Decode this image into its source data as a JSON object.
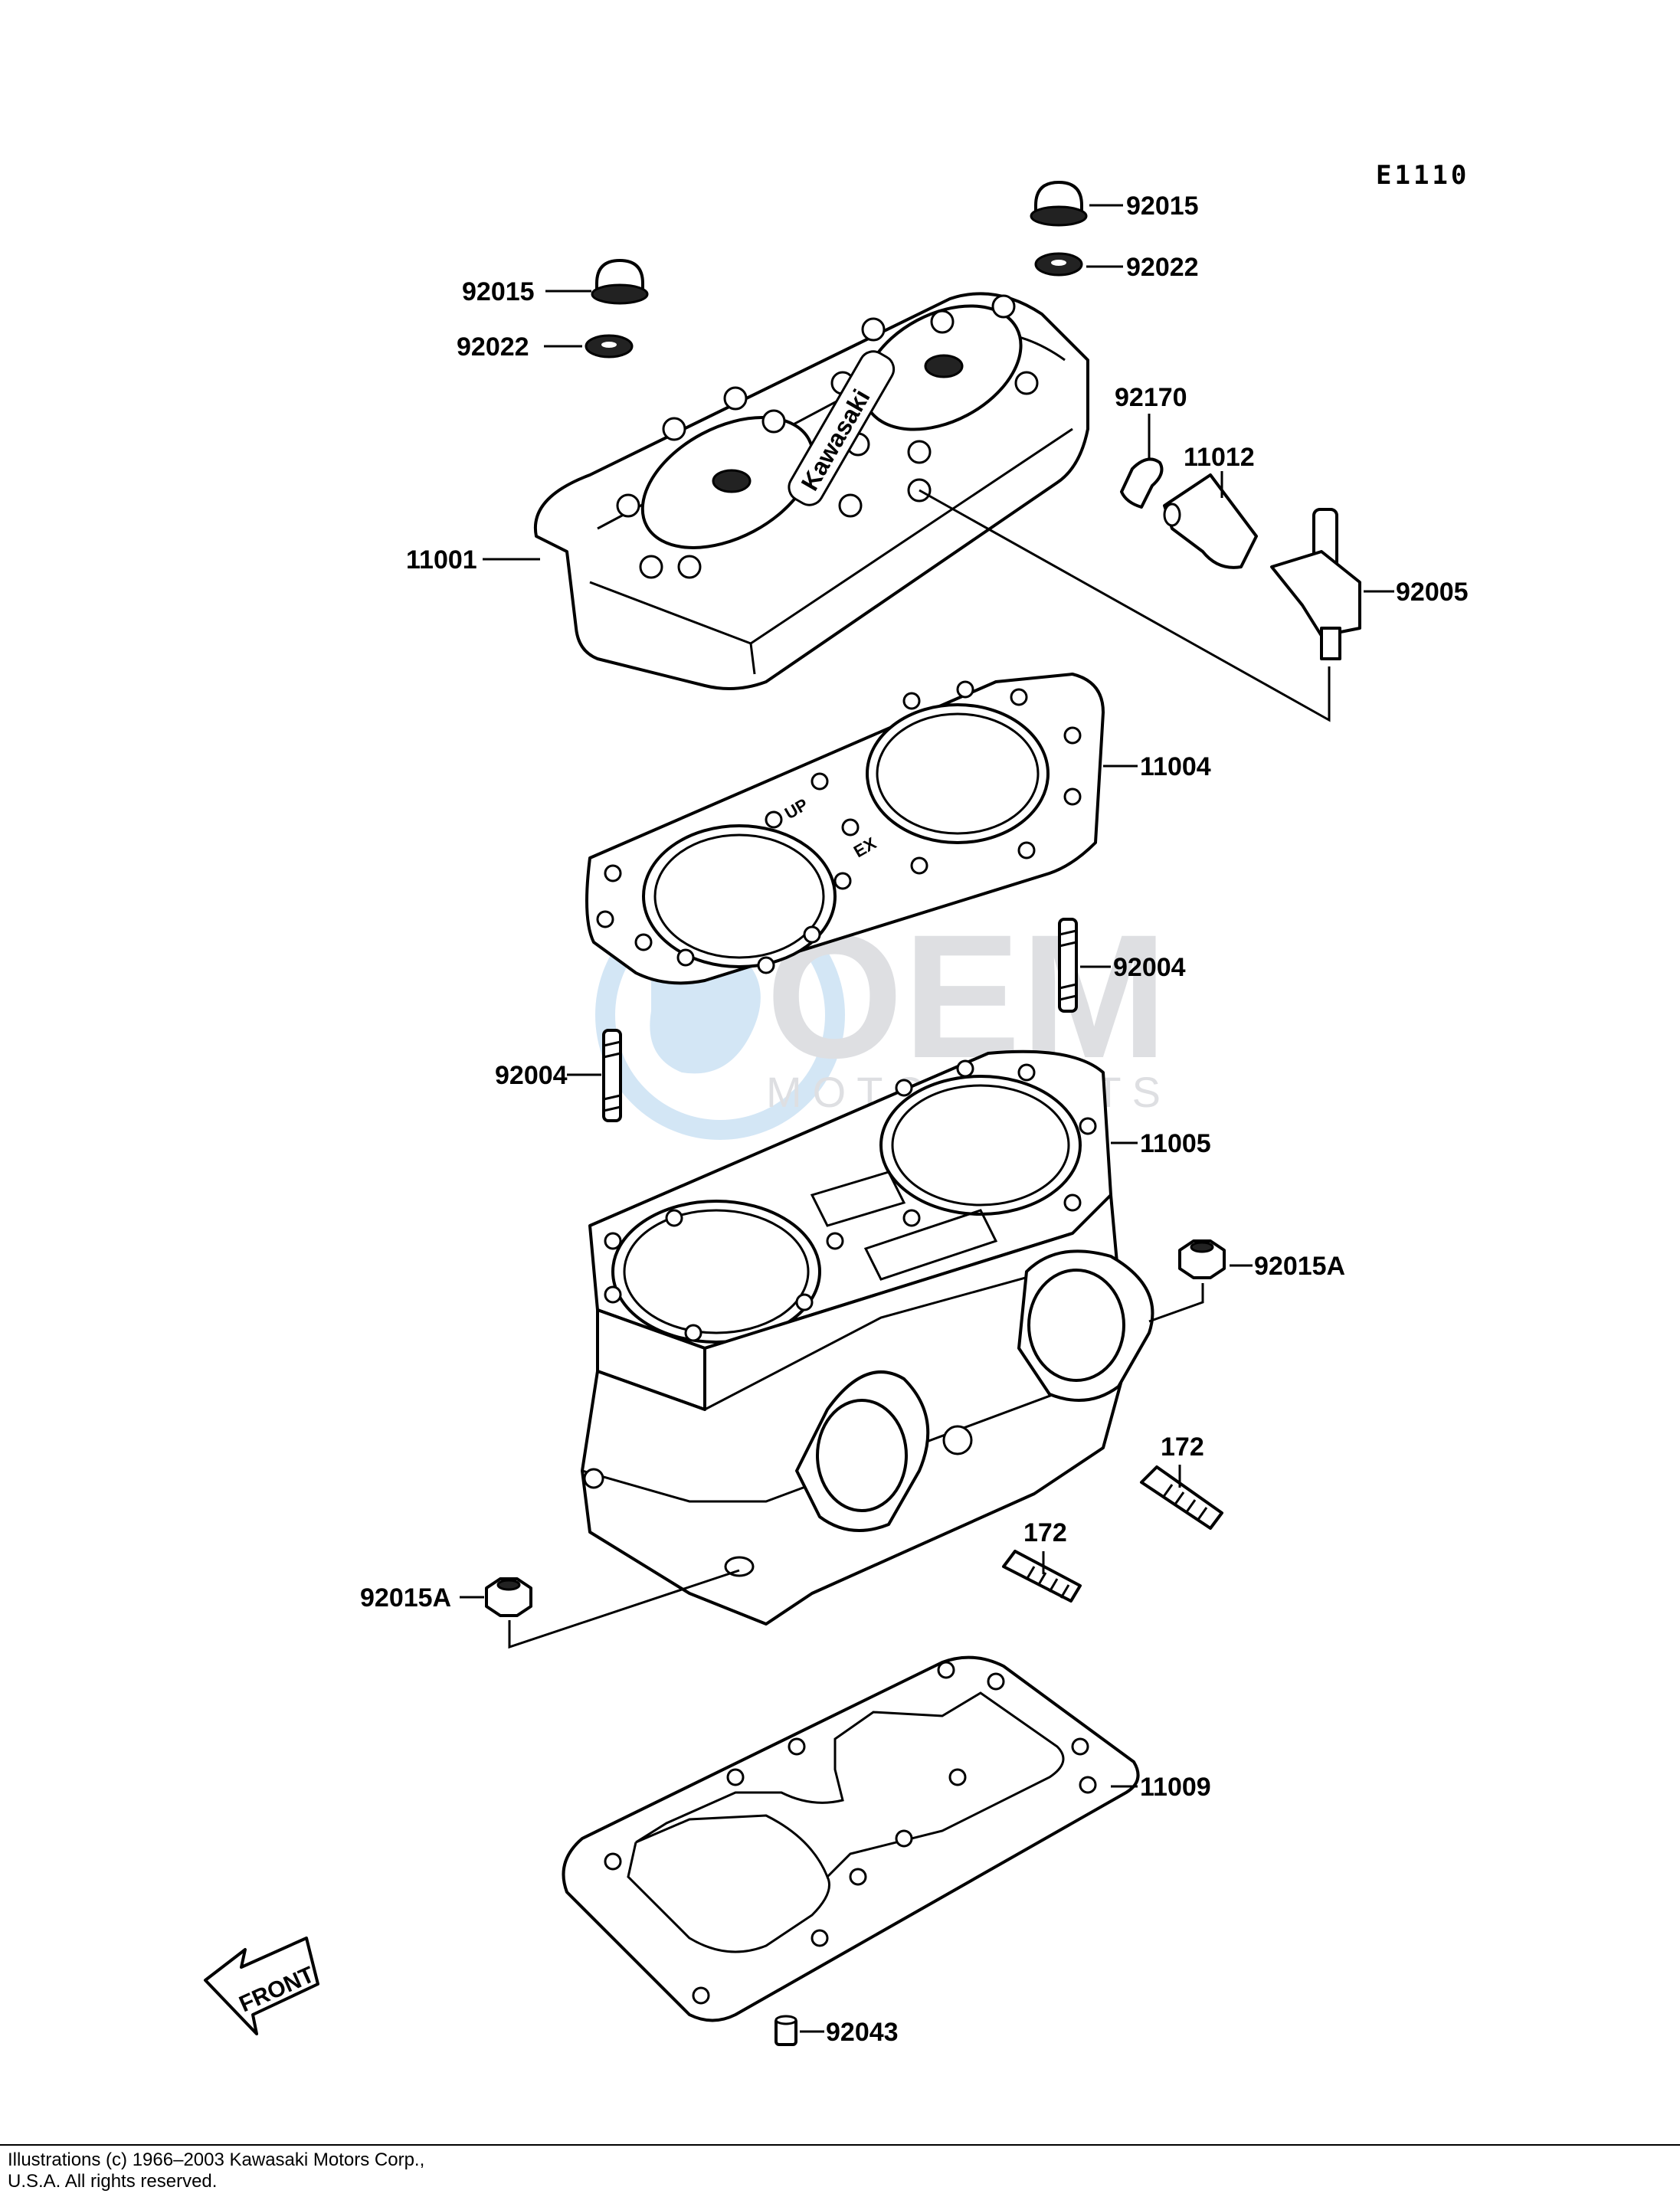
{
  "diagram_code": "E1110",
  "labels": {
    "cap_nut_right": "92015",
    "washer_right": "92022",
    "cap_nut_left": "92015",
    "washer_left": "92022",
    "clamp": "92170",
    "fitting": "11012",
    "cylinder_head": "11001",
    "nipple": "92005",
    "head_gasket": "11004",
    "stud_right": "92004",
    "stud_left": "92004",
    "cylinder": "11005",
    "nut_right": "92015A",
    "bolt_right": "172",
    "bolt_center": "172",
    "nut_left": "92015A",
    "base_gasket": "11009",
    "dowel_pin": "92043"
  },
  "brand_on_head": "Kawasaki",
  "gasket_marks": [
    "UP",
    "EX"
  ],
  "front_arrow": "FRONT",
  "watermark": {
    "main": "OEM",
    "sub": "MOTORPARTS"
  },
  "copyright": {
    "line1": "Illustrations (c) 1966–2003 Kawasaki Motors Corp.,",
    "line2": "U.S.A.  All rights reserved."
  }
}
